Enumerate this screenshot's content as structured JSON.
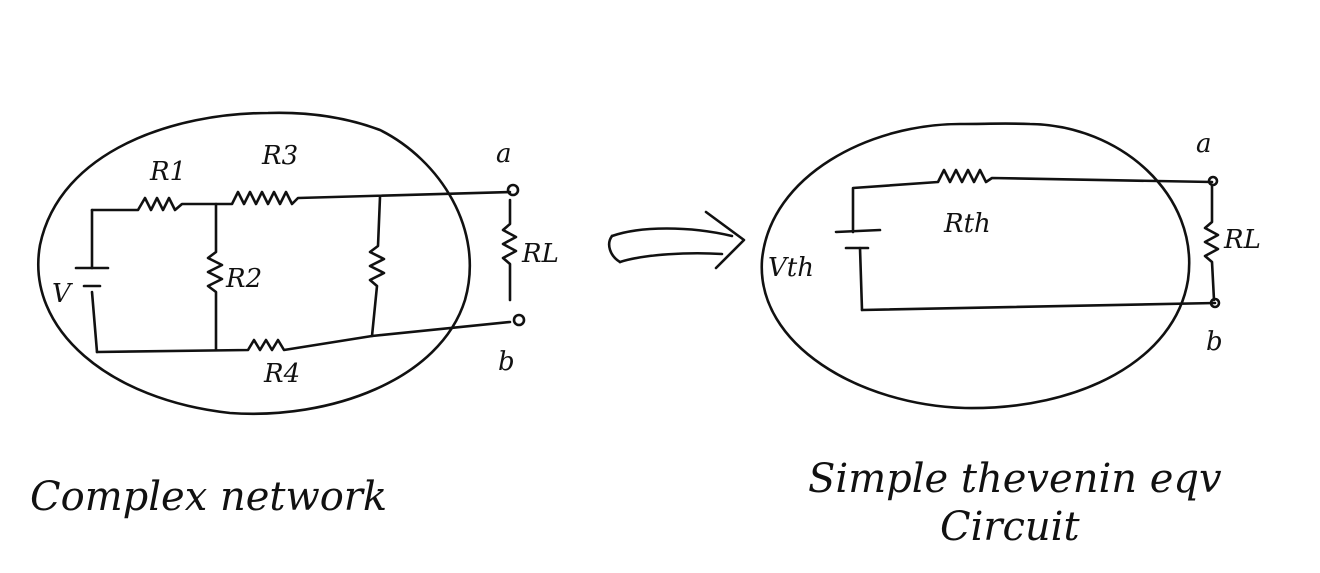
{
  "left": {
    "labels": {
      "r1": "R1",
      "r3": "R3",
      "r2": "R2",
      "r4": "R4",
      "rl": "RL",
      "v": "V",
      "a": "a",
      "b": "b"
    },
    "caption": "Complex network"
  },
  "right": {
    "labels": {
      "rth": "Rth",
      "vth": "Vth",
      "rl": "RL",
      "a": "a",
      "b": "b"
    },
    "caption_line1": "Simple thevenin eqv",
    "caption_line2": "Circuit"
  }
}
